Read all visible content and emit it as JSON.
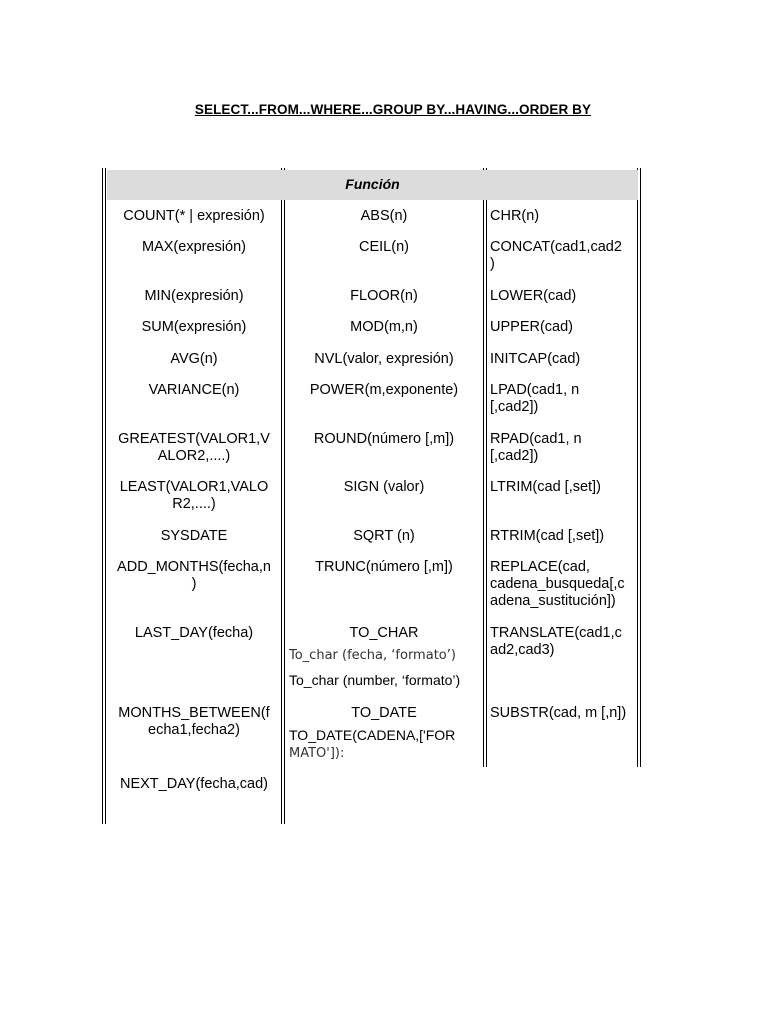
{
  "title": "SELECT...FROM...WHERE...GROUP BY...HAVING...ORDER BY",
  "header": "Función",
  "rows": [
    {
      "c1": [
        "COUNT(* | expresión)"
      ],
      "c2": [
        "ABS(n)"
      ],
      "c3": [
        "CHR(n)"
      ]
    },
    {
      "c1": [
        "MAX(expresión)"
      ],
      "c2": [
        "CEIL(n)"
      ],
      "c3": [
        "CONCAT(cad1,cad2",
        ")"
      ]
    },
    {
      "c1": [
        "MIN(expresión)"
      ],
      "c2": [
        "FLOOR(n)"
      ],
      "c3": [
        "LOWER(cad)"
      ]
    },
    {
      "c1": [
        "SUM(expresión)"
      ],
      "c2": [
        "MOD(m,n)"
      ],
      "c3": [
        "UPPER(cad)"
      ]
    },
    {
      "c1": [
        "AVG(n)"
      ],
      "c2": [
        "NVL(valor, expresión)"
      ],
      "c3": [
        "INITCAP(cad)"
      ]
    },
    {
      "c1": [
        "VARIANCE(n)"
      ],
      "c2": [
        "POWER(m,exponente)"
      ],
      "c3": [
        "LPAD(cad1, n",
        "[,cad2])"
      ]
    },
    {
      "c1": [
        "GREATEST(VALOR1,V",
        "ALOR2,....)"
      ],
      "c2": [
        "ROUND(número [,m])"
      ],
      "c3": [
        "RPAD(cad1, n",
        "[,cad2])"
      ]
    },
    {
      "c1": [
        "LEAST(VALOR1,VALO",
        "R2,....)"
      ],
      "c2": [
        "SIGN (valor)"
      ],
      "c3": [
        "LTRIM(cad [,set])"
      ]
    },
    {
      "c1": [
        "SYSDATE"
      ],
      "c2": [
        "SQRT (n)"
      ],
      "c3": [
        "RTRIM(cad [,set])"
      ]
    },
    {
      "c1": [
        "ADD_MONTHS(fecha,n",
        ")"
      ],
      "c2": [
        "TRUNC(número [,m])"
      ],
      "c3": [
        "REPLACE(cad,",
        "cadena_busqueda[,c",
        "adena_sustitución])"
      ]
    },
    {
      "c1": [
        "LAST_DAY(fecha)"
      ],
      "c2": [
        "TO_CHAR"
      ],
      "c3": [
        "TRANSLATE(cad1,c",
        "ad2,cad3)"
      ]
    },
    {
      "c1": [
        "MONTHS_BETWEEN(f",
        "echa1,fecha2)"
      ],
      "c2": [
        "TO_DATE"
      ],
      "c3": [
        "SUBSTR(cad, m [,n])"
      ]
    },
    {
      "c1": [
        "NEXT_DAY(fecha,cad)"
      ],
      "c2": [],
      "c3": []
    }
  ],
  "to_char_examples": [
    "To_char (fecha, ‘formato’)",
    "To_char (number, ‘formato’)"
  ],
  "to_date_example": [
    "TO_DATE(CADENA,['FOR",
    "MATO']):"
  ]
}
